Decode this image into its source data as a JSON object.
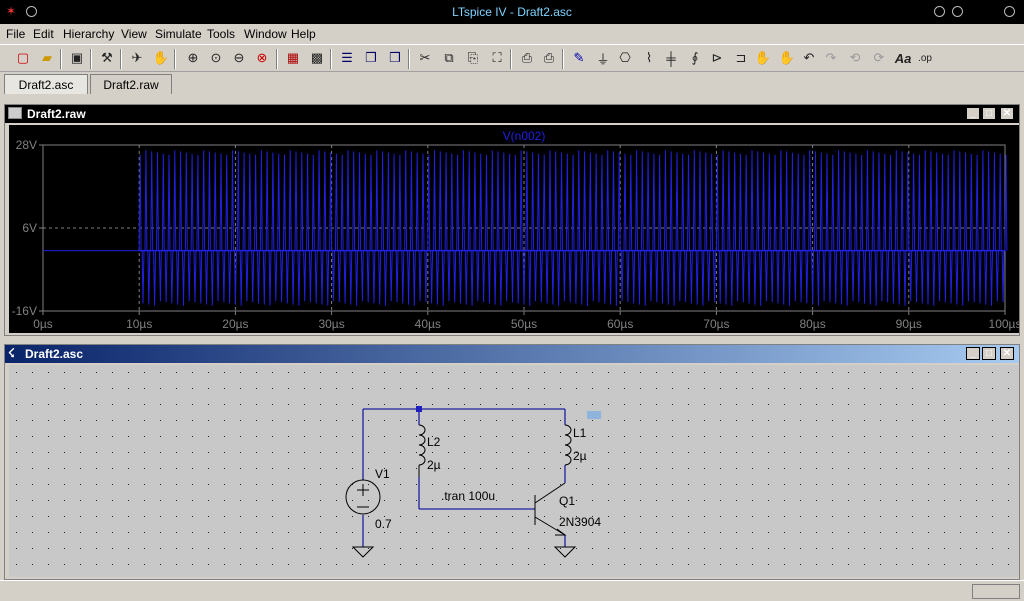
{
  "app": {
    "title": "LTspice IV - Draft2.asc"
  },
  "menu": [
    "File",
    "Edit",
    "Hierarchy",
    "View",
    "Simulate",
    "Tools",
    "Window",
    "Help"
  ],
  "tabs": [
    "Draft2.asc",
    "Draft2.raw"
  ],
  "waveform_window": {
    "title": "Draft2.raw",
    "trace_label": "V(n002)",
    "y_ticks": [
      "28V",
      "6V",
      "-16V"
    ],
    "x_ticks": [
      "0µs",
      "10µs",
      "20µs",
      "30µs",
      "40µs",
      "50µs",
      "60µs",
      "70µs",
      "80µs",
      "90µs",
      "100µs"
    ]
  },
  "schematic_window": {
    "title": "Draft2.asc",
    "components": {
      "v1_name": "V1",
      "v1_value": "0.7",
      "l1_name": "L1",
      "l1_value": "2µ",
      "l2_name": "L2",
      "l2_value": "2µ",
      "q1_name": "Q1",
      "q1_value": "2N3904",
      "directive": ".tran 100u"
    }
  },
  "chart_data": {
    "type": "line",
    "title": "V(n002)",
    "xlabel": "",
    "ylabel": "",
    "xlim": [
      0,
      100
    ],
    "ylim": [
      -16,
      28
    ],
    "x_unit": "µs",
    "y_unit": "V",
    "grid": true,
    "series": [
      {
        "name": "V(n002)",
        "color": "#2020e0",
        "description_points": [
          {
            "x": 0,
            "y": 0
          },
          {
            "x": 9.8,
            "y": 0
          },
          {
            "x": 10,
            "y": 0
          },
          {
            "x": 10.5,
            "y": 26
          },
          {
            "x": 100,
            "y": 26
          }
        ],
        "steady_state": {
          "start": 10,
          "end": 100,
          "max": 26,
          "min": -14,
          "baseline": 0
        }
      }
    ]
  },
  "colors": {
    "trace": "#2020e0",
    "wire": "#2020a0",
    "grid": "#808080"
  }
}
